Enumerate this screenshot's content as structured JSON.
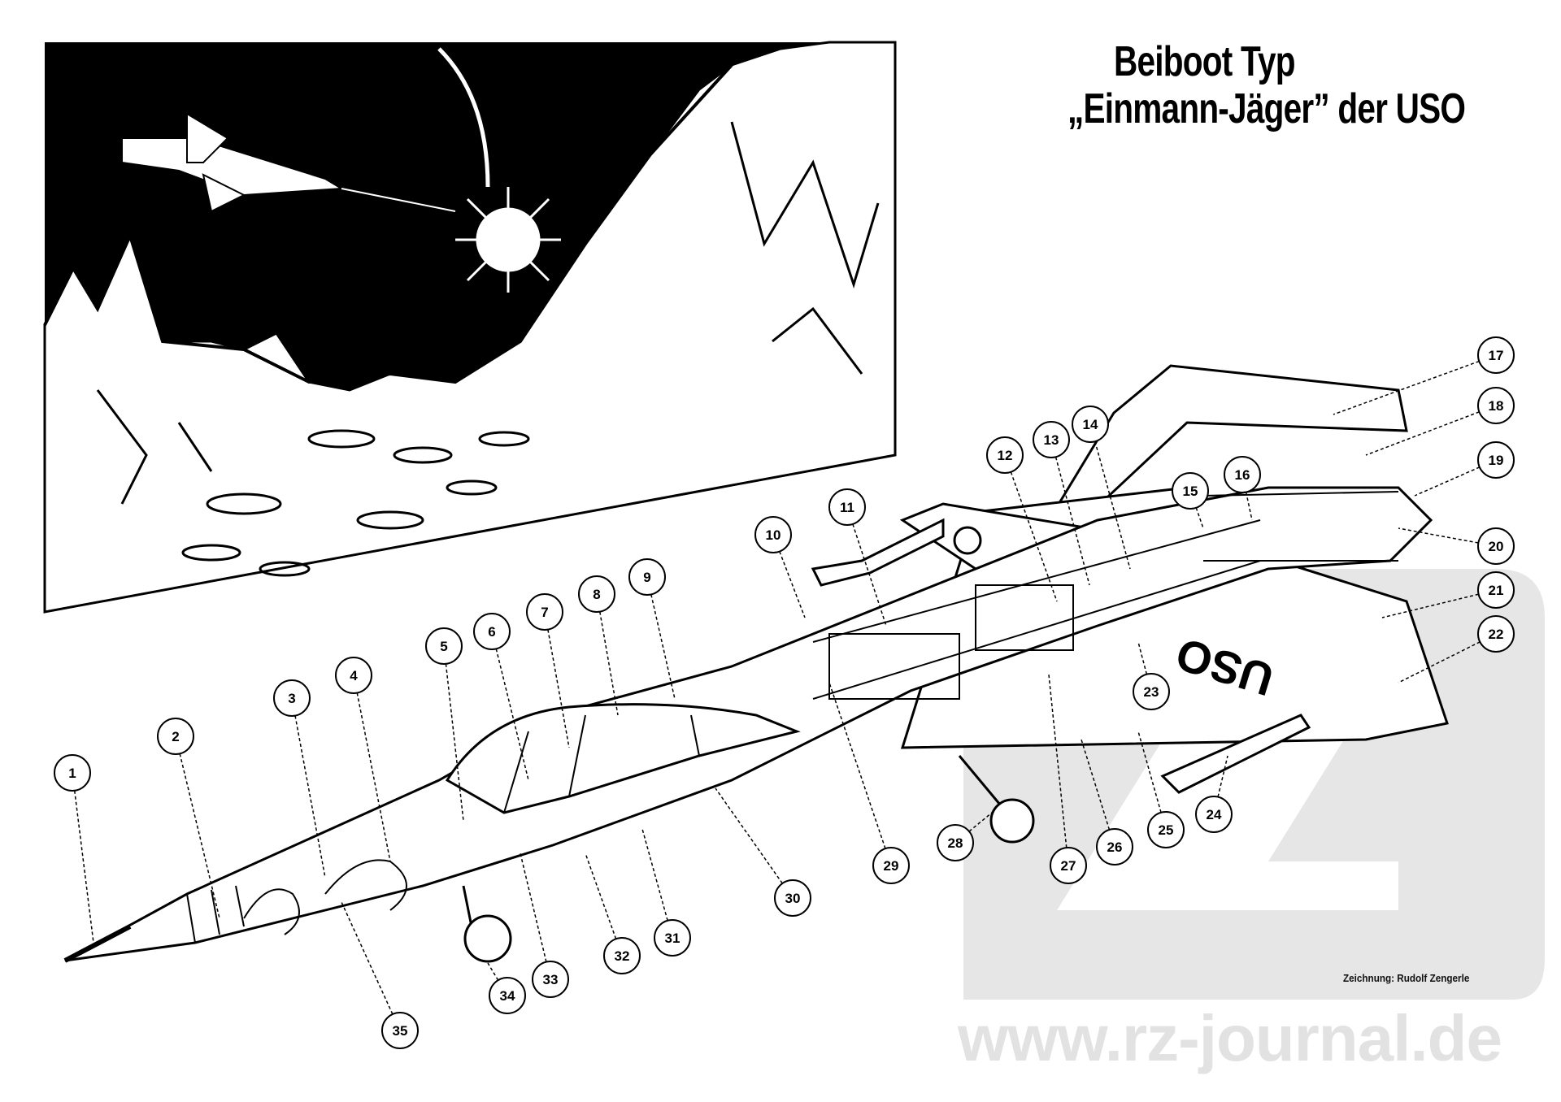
{
  "title": {
    "line1": "Beiboot Typ",
    "line2": "„Einmann-Jäger” der USO"
  },
  "credit": "Zeichnung: Rudolf Zengerle",
  "watermark": "www.rz-journal.de",
  "callouts": [
    "1",
    "2",
    "3",
    "4",
    "5",
    "6",
    "7",
    "8",
    "9",
    "10",
    "11",
    "12",
    "13",
    "14",
    "15",
    "16",
    "17",
    "18",
    "19",
    "20",
    "21",
    "22",
    "23",
    "24",
    "25",
    "26",
    "27",
    "28",
    "29",
    "30",
    "31",
    "32",
    "33",
    "34",
    "35"
  ],
  "hull_marking": "USO",
  "colors": {
    "ink": "#000000",
    "paper": "#ffffff",
    "watermark": "#e4e4e4"
  }
}
